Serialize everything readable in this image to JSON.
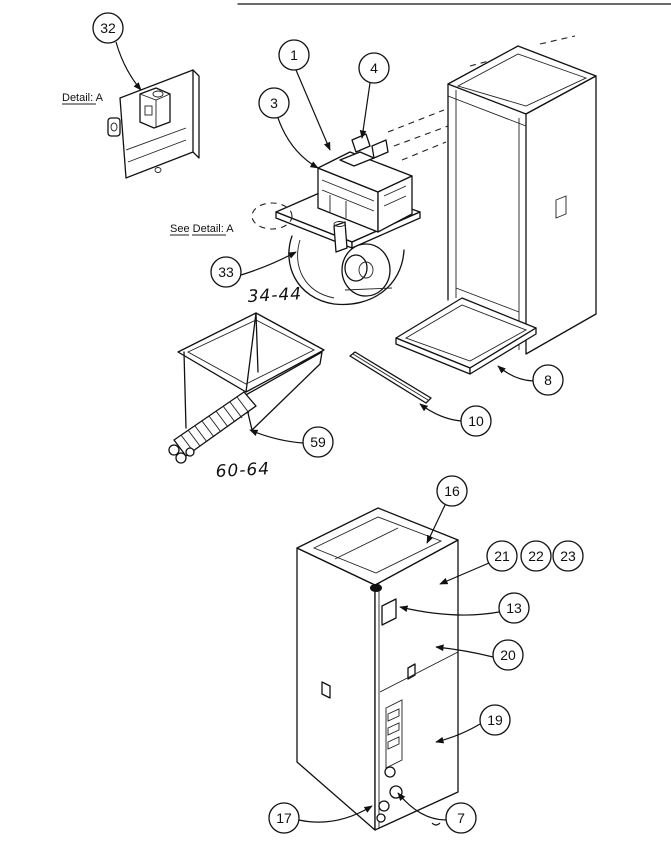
{
  "detail": {
    "label": "Detail: A"
  },
  "see_detail": {
    "label": "See Detail: A"
  },
  "ranges": {
    "blower": "34-44",
    "coil": "60-64"
  },
  "callouts": {
    "c32": "32",
    "c1": "1",
    "c4": "4",
    "c3": "3",
    "c33": "33",
    "c8": "8",
    "c10": "10",
    "c59": "59",
    "c16": "16",
    "c21": "21",
    "c22": "22",
    "c23": "23",
    "c13": "13",
    "c20": "20",
    "c19": "19",
    "c17": "17",
    "c7": "7"
  }
}
